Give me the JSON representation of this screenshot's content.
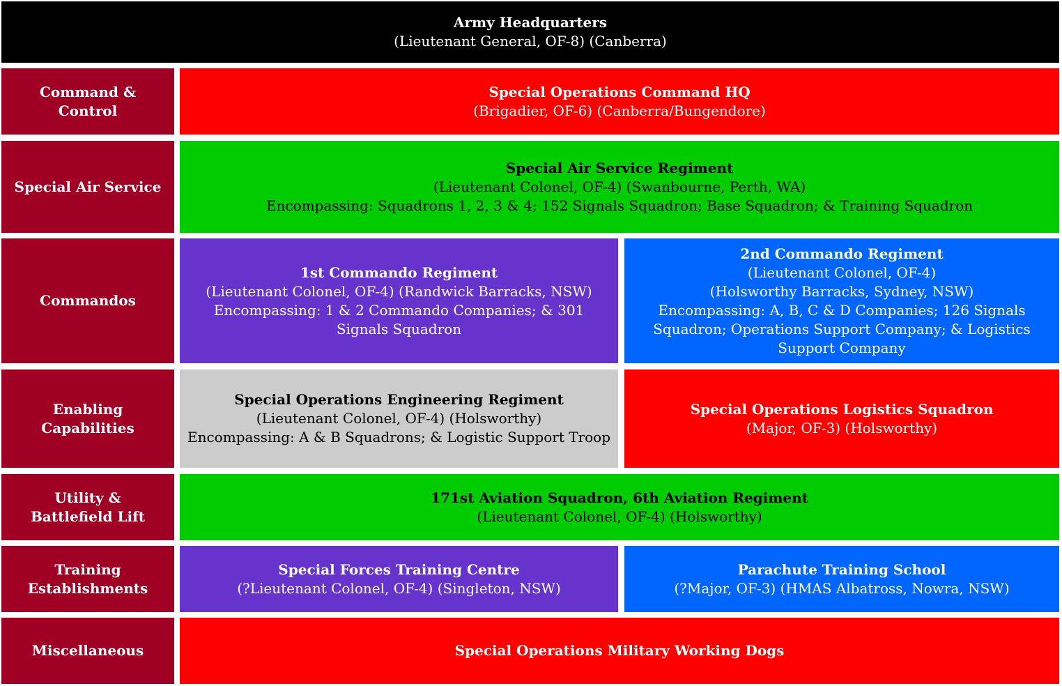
{
  "hq": {
    "title": "Army Headquarters",
    "sub": "(Lieutenant General, OF-8) (Canberra)"
  },
  "categories": [
    {
      "label": "Command & Control"
    },
    {
      "label": "Special Air Service"
    },
    {
      "label": "Commandos"
    },
    {
      "label": "Enabling Capabilities"
    },
    {
      "label": "Utility & Battlefield Lift"
    },
    {
      "label": "Training Establishments"
    },
    {
      "label": "Miscellaneous"
    }
  ],
  "units": {
    "socomd": {
      "title": "Special Operations Command HQ",
      "lines": [
        "(Brigadier, OF-6) (Canberra/Bungendore)"
      ]
    },
    "sasr": {
      "title": "Special Air Service Regiment",
      "lines": [
        "(Lieutenant Colonel, OF-4) (Swanbourne, Perth, WA)",
        "Encompassing: Squadrons 1, 2, 3 & 4; 152 Signals Squadron; Base Squadron; & Training Squadron"
      ]
    },
    "cdo1": {
      "title": "1st Commando Regiment",
      "lines": [
        "(Lieutenant Colonel, OF-4) (Randwick Barracks, NSW)",
        "Encompassing: 1 & 2 Commando Companies; & 301 Signals Squadron"
      ]
    },
    "cdo2": {
      "title": "2nd Commando Regiment",
      "lines": [
        "(Lieutenant Colonel, OF-4)",
        "(Holsworthy Barracks, Sydney, NSW)",
        "Encompassing: A, B, C & D Companies; 126 Signals Squadron; Operations Support Company; & Logistics Support Company"
      ]
    },
    "soer": {
      "title": "Special Operations Engineering Regiment",
      "lines": [
        "(Lieutenant Colonel, OF-4) (Holsworthy)",
        "Encompassing: A & B Squadrons; & Logistic Support Troop"
      ]
    },
    "sols": {
      "title": "Special Operations Logistics Squadron",
      "lines": [
        "(Major, OF-3) (Holsworthy)"
      ]
    },
    "avn": {
      "title": "171st Aviation Squadron, 6th Aviation Regiment",
      "lines": [
        "(Lieutenant Colonel, OF-4) (Holsworthy)"
      ]
    },
    "sftc": {
      "title": "Special Forces Training Centre",
      "lines": [
        "(?Lieutenant Colonel, OF-4) (Singleton, NSW)"
      ]
    },
    "pts": {
      "title": "Parachute Training School",
      "lines": [
        "(?Major, OF-3) (HMAS Albatross, Nowra, NSW)"
      ]
    },
    "dogs": {
      "title": "Special Operations Military Working Dogs",
      "lines": []
    }
  },
  "colors": {
    "hq": "#000000",
    "category": "#a00024",
    "red": "#ff0000",
    "green": "#00cc00",
    "purple": "#6633cc",
    "blue": "#0066ff",
    "gray": "#cccccc"
  }
}
